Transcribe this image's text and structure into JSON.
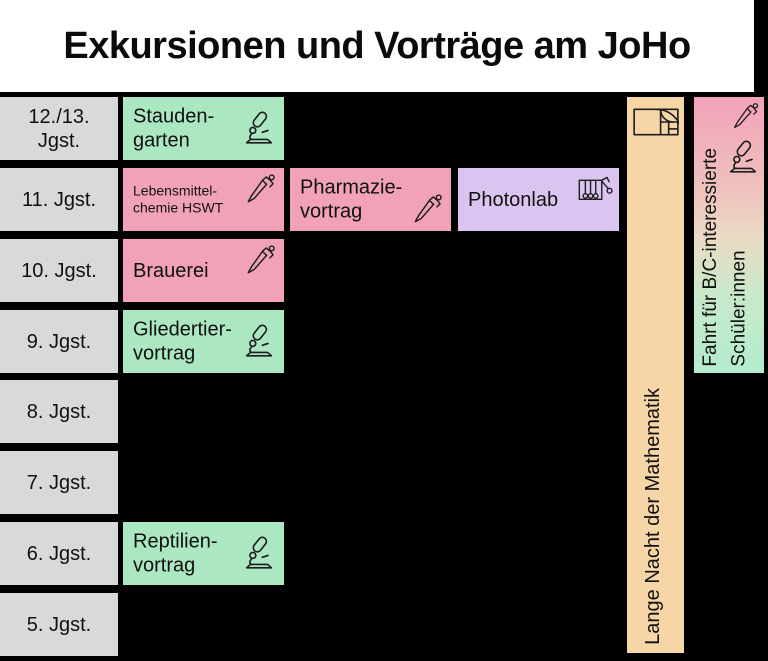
{
  "title": "Exkursionen und Vorträge am JoHo",
  "colors": {
    "background": "#000000",
    "header_bg": "#ffffff",
    "grade_bg": "#d9d9d9",
    "green": "#abe7c1",
    "pink": "#f2a2b6",
    "purple": "#dbc5f0",
    "orange": "#f6d6a7",
    "gradient_top": "#f3a2ba",
    "gradient_bottom": "#b4ebce",
    "text": "#111111"
  },
  "grades": [
    {
      "label": "12./13. Jgst."
    },
    {
      "label": "11. Jgst."
    },
    {
      "label": "10. Jgst."
    },
    {
      "label": "9. Jgst."
    },
    {
      "label": "8. Jgst."
    },
    {
      "label": "7. Jgst."
    },
    {
      "label": "6. Jgst."
    },
    {
      "label": "5. Jgst."
    }
  ],
  "activities": {
    "staudengarten": {
      "label": "Stauden-garten",
      "icon": "microscope-icon"
    },
    "lebensmittelchemie": {
      "label": "Lebensmittel-chemie HSWT",
      "icon": "pipette-icon"
    },
    "pharmazievortrag": {
      "label": "Pharmazie-vortrag",
      "icon": "pipette-icon"
    },
    "photonlab": {
      "label": "Photonlab",
      "icon": "newtons-cradle-icon"
    },
    "brauerei": {
      "label": "Brauerei",
      "icon": "pipette-icon"
    },
    "gliedertiervortrag": {
      "label": "Gliedertier-vortrag",
      "icon": "microscope-icon"
    },
    "reptilienvortrag": {
      "label": "Reptilien-vortrag",
      "icon": "microscope-icon"
    }
  },
  "side_bars": {
    "mathe": {
      "label": "Lange Nacht der Mathematik",
      "icon": "golden-ratio-icon"
    },
    "fahrt": {
      "label_line1": "Fahrt für B/C-interessierte",
      "label_line2": "Schüler:innen",
      "icons": [
        "pipette-icon",
        "microscope-icon"
      ]
    }
  }
}
